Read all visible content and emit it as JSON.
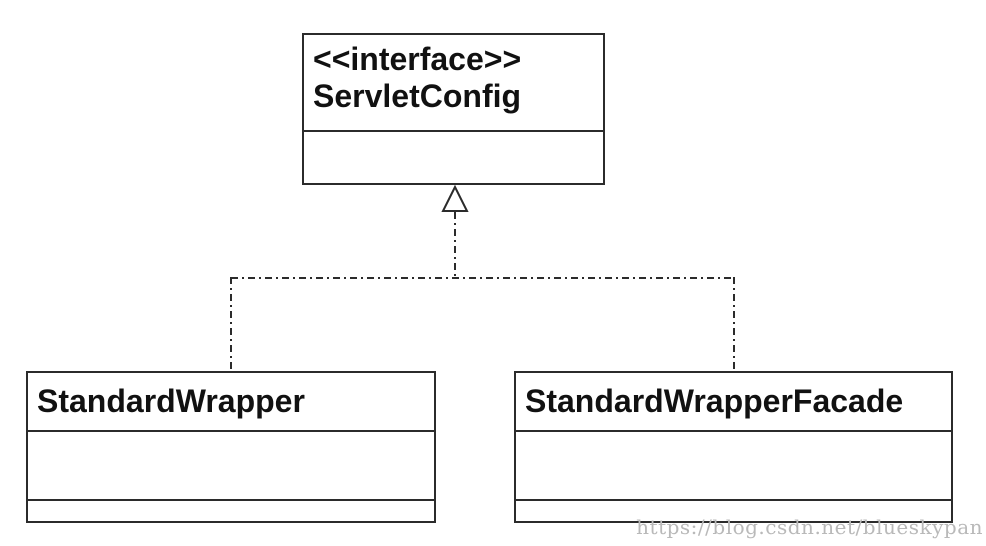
{
  "diagram": {
    "type": "uml-class-diagram",
    "relationship": "realization (dashed line with hollow triangle pointing to interface)"
  },
  "interface_box": {
    "stereotype": "<<interface>>",
    "name": "ServletConfig"
  },
  "class_left": {
    "name": "StandardWrapper"
  },
  "class_right": {
    "name": "StandardWrapperFacade"
  },
  "watermark": {
    "text": "https://blog.csdn.net/blueskypan"
  },
  "colors": {
    "border": "#2b2b2b",
    "text": "#111111",
    "background": "#ffffff",
    "watermark": "#b9b9b9"
  }
}
